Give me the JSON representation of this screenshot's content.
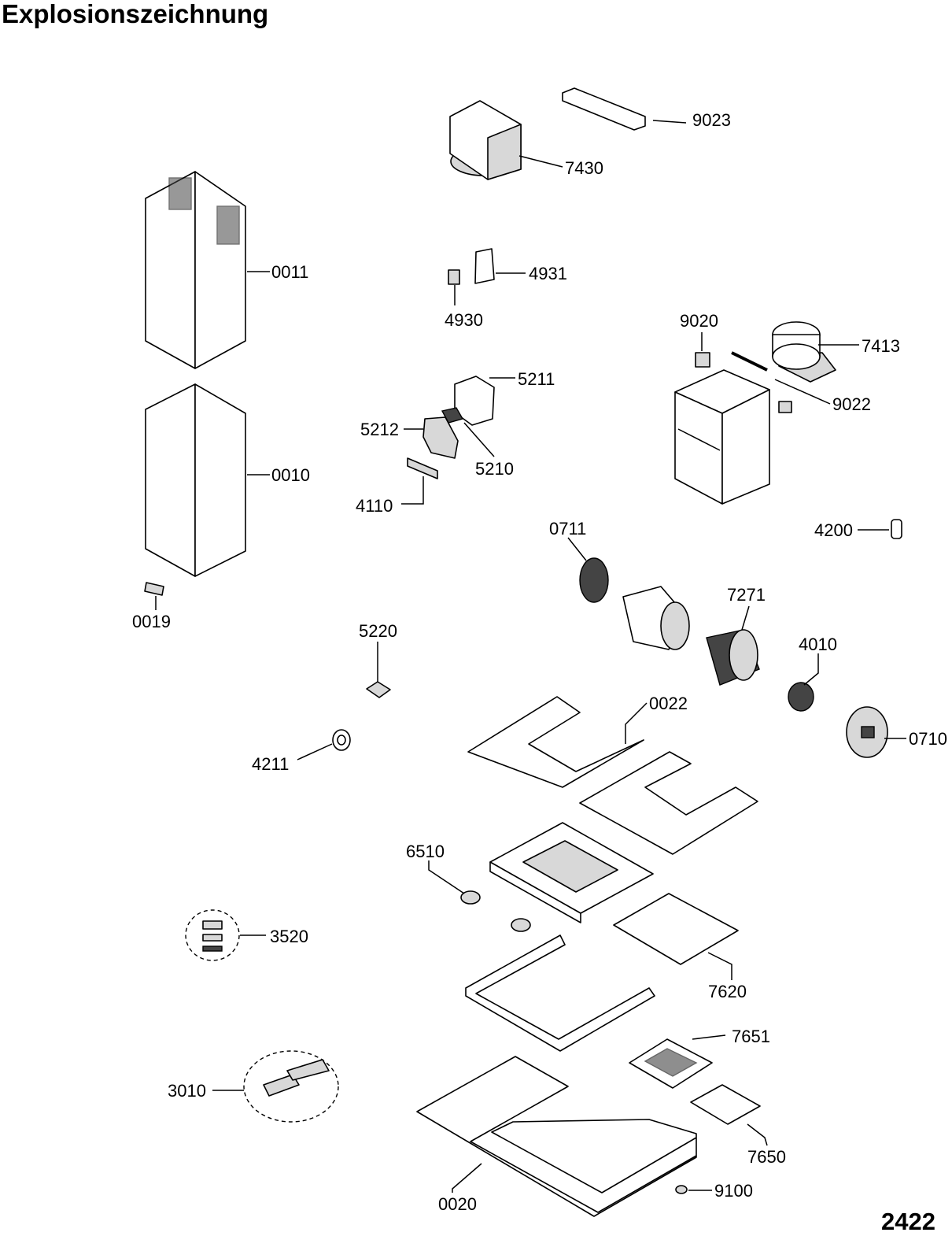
{
  "title": "Explosionszeichnung",
  "page_number": "2422",
  "parts": {
    "p0010": "0010",
    "p0011": "0011",
    "p0019": "0019",
    "p0020": "0020",
    "p0022": "0022",
    "p0710": "0710",
    "p0711": "0711",
    "p3010": "3010",
    "p3520": "3520",
    "p4010": "4010",
    "p4110": "4110",
    "p4200": "4200",
    "p4211": "4211",
    "p4930": "4930",
    "p4931": "4931",
    "p5210": "5210",
    "p5211": "5211",
    "p5212": "5212",
    "p5220": "5220",
    "p6510": "6510",
    "p7271": "7271",
    "p7413": "7413",
    "p7430": "7430",
    "p7620": "7620",
    "p7650": "7650",
    "p7651": "7651",
    "p9020": "9020",
    "p9022": "9022",
    "p9023": "9023",
    "p9100": "9100"
  }
}
